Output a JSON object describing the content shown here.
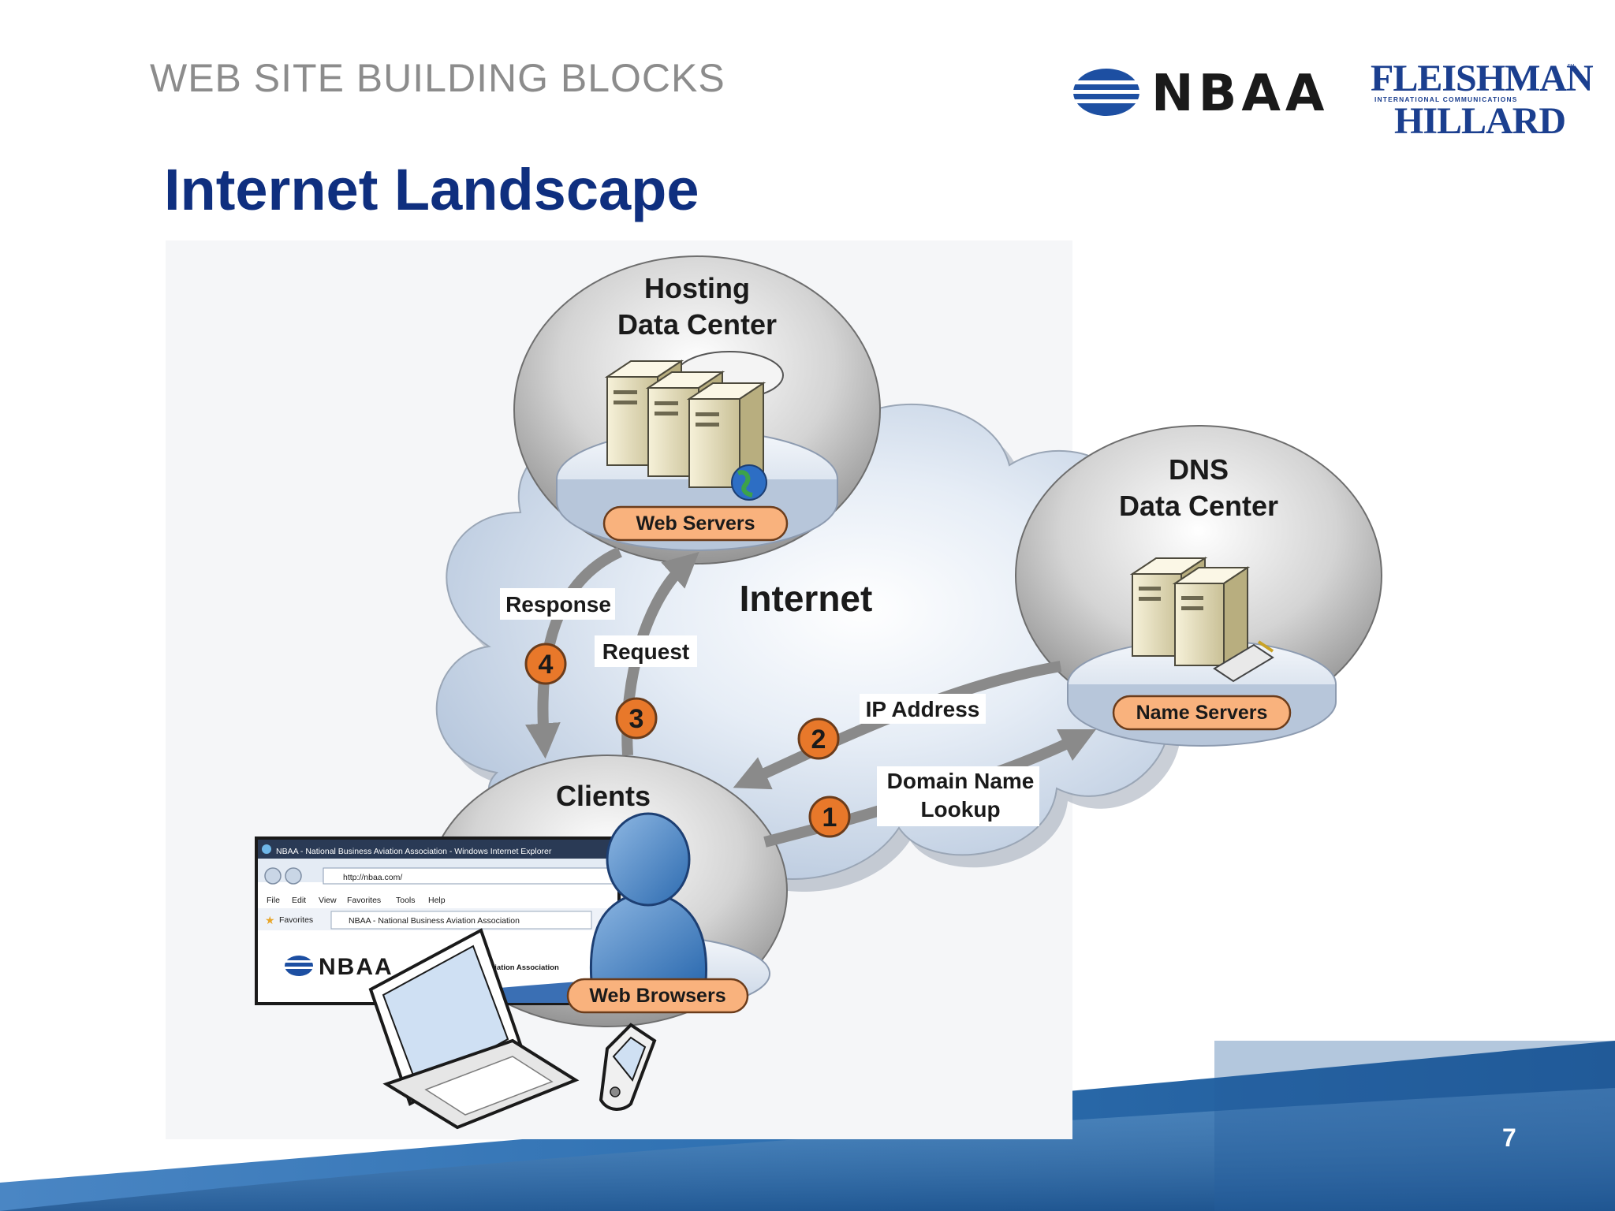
{
  "header": {
    "section_title": "WEB SITE BUILDING BLOCKS",
    "page_heading": "Internet Landscape",
    "page_number": "7"
  },
  "logos": {
    "nbaa": "NBAA",
    "fleishman_top": "FLEISHMAN",
    "fleishman_tm": "™",
    "fleishman_middle": "INTERNATIONAL COMMUNICATIONS",
    "fleishman_bottom": "HILLARD"
  },
  "diagram": {
    "cloud_label": "Internet",
    "hosting_center": {
      "title_line1": "Hosting",
      "title_line2": "Data Center",
      "badge": "Web Servers"
    },
    "dns_center": {
      "title_line1": "DNS",
      "title_line2": "Data Center",
      "badge": "Name Servers"
    },
    "clients": {
      "title": "Clients",
      "badge": "Web Browsers"
    },
    "steps": [
      {
        "number": "1",
        "label_line1": "Domain Name",
        "label_line2": "Lookup"
      },
      {
        "number": "2",
        "label_line1": "IP Address"
      },
      {
        "number": "3",
        "label_line1": "Request"
      },
      {
        "number": "4",
        "label_line1": "Response"
      }
    ],
    "browser_window": {
      "title": "NBAA - National Business Aviation Association - Windows Internet Explorer",
      "address": "http://nbaa.com/",
      "menu": [
        "File",
        "Edit",
        "View",
        "Favorites",
        "Tools",
        "Help"
      ],
      "favorites_label": "Favorites",
      "tab_label": "NBAA - National Business Aviation Association",
      "page_logo": "NBAA",
      "page_tagline": "viation Association"
    }
  },
  "colors": {
    "heading_blue": "#0f2f7f",
    "badge_orange": "#f9b27d",
    "step_orange": "#e8782a",
    "arrow_gray": "#8a8a8a",
    "cloud_fill": "#d9e3f0"
  }
}
